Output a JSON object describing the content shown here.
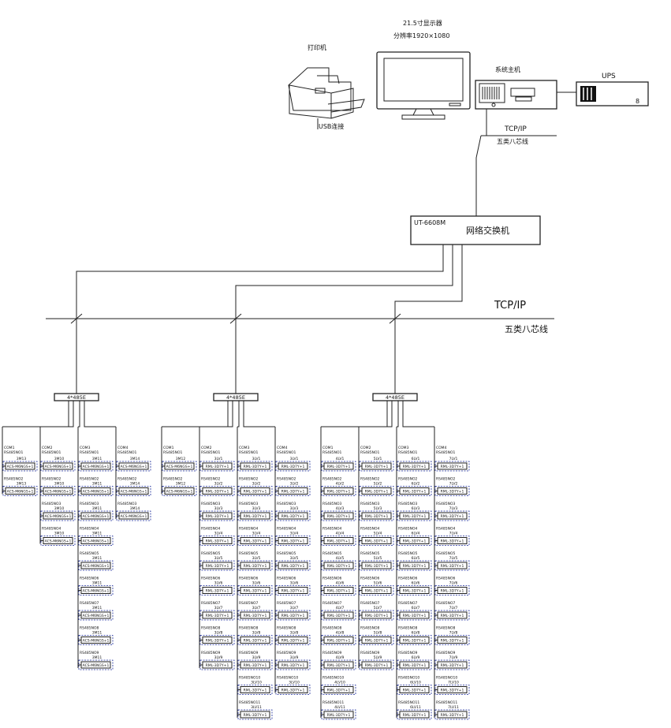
{
  "top": {
    "monitor_label": "21.5寸显示器",
    "monitor_resolution": "分辨率1920×1080",
    "printer_label": "打印机",
    "host_label": "系统主机",
    "ups_label": "UPS",
    "ups_digit": "8",
    "usb_label": "USB连接",
    "tcp_label_top": "TCP/IP",
    "cable_label_top": "五类八芯线"
  },
  "switch": {
    "model": "UT-6608M",
    "name": "网络交换机"
  },
  "bus": {
    "tcp_label": "TCP/IP",
    "cable_label": "五类八芯线"
  },
  "gateways": [
    {
      "label": "4*485E",
      "columns": [
        {
          "header": [
            "COM1",
            "RS485NO1"
          ],
          "devices": [
            {
              "addr": "RS485NO1",
              "name": "3M13",
              "model": "ACS-M6NGS+1"
            },
            {
              "addr": "RS485NO2",
              "name": "3M13",
              "model": "ACS-M6NGS+1"
            }
          ]
        },
        {
          "header": [
            "COM2",
            "RS485NO1"
          ],
          "devices": [
            {
              "addr": "RS485NO1",
              "name": "3M10",
              "model": "ACS-M6NGS+1"
            },
            {
              "addr": "RS485NO2",
              "name": "3M10",
              "model": "ACS-M6NGS+1"
            },
            {
              "addr": "RS485NO3",
              "name": "3M10",
              "model": "ACS-M6NGS+1"
            },
            {
              "addr": "RS485NO4",
              "name": "3M10",
              "model": "ACS-M6NGS+1"
            }
          ]
        },
        {
          "header": [
            "COM3",
            "RS485NO1"
          ],
          "devices": [
            {
              "addr": "RS485NO1",
              "name": "3M11",
              "model": "ACS-M6NGS+1"
            },
            {
              "addr": "RS485NO2",
              "name": "3M11",
              "model": "ACS-M6NGS+1"
            },
            {
              "addr": "RS485NO3",
              "name": "3M11",
              "model": "ACS-M6NGS+1"
            },
            {
              "addr": "RS485NO4",
              "name": "3M11",
              "model": "ACS-M6NGS+1"
            },
            {
              "addr": "RS485NO5",
              "name": "3M11",
              "model": "ACS-M6NGS+1"
            },
            {
              "addr": "RS485NO6",
              "name": "3M11",
              "model": "ACS-M6NGS+1"
            },
            {
              "addr": "RS485NO7",
              "name": "3M11",
              "model": "ACS-M6NGS+1"
            },
            {
              "addr": "RS485NO8",
              "name": "3M11",
              "model": "ACS-M6NGS+1"
            },
            {
              "addr": "RS485NO9",
              "name": "3M11",
              "model": "ACS-M6NGS+1"
            }
          ]
        },
        {
          "header": [
            "COM4",
            "RS485NO1"
          ],
          "devices": [
            {
              "addr": "RS485NO1",
              "name": "3M14",
              "model": "ACS-M6NGS+1"
            },
            {
              "addr": "RS485NO2",
              "name": "3M14",
              "model": "ACS-M6NGS+1"
            },
            {
              "addr": "RS485NO3",
              "name": "3M14",
              "model": "ACS-M6NGS+1"
            }
          ]
        }
      ]
    },
    {
      "label": "4*485E",
      "columns": [
        {
          "header": [
            "COM1",
            "RS485NO1"
          ],
          "devices": [
            {
              "addr": "RS485NO1",
              "name": "3M12",
              "model": "ACS-M6NGS+1"
            },
            {
              "addr": "RS485NO2",
              "name": "3M12",
              "model": "ACS-M6NGS+1"
            }
          ]
        },
        {
          "header": [
            "COM2",
            "RS485NO1"
          ],
          "devices": [
            {
              "addr": "RS485NO1",
              "name": "3LV1",
              "model": "RML-3D7Y+1"
            },
            {
              "addr": "RS485NO2",
              "name": "3LV2",
              "model": "RML-3D7Y+1"
            },
            {
              "addr": "RS485NO3",
              "name": "3LV3",
              "model": "RML-3D7Y+1"
            },
            {
              "addr": "RS485NO4",
              "name": "3LV4",
              "model": "RML-3D7Y+1"
            },
            {
              "addr": "RS485NO5",
              "name": "3LV5",
              "model": "RML-3D7Y+1"
            },
            {
              "addr": "RS485NO6",
              "name": "3LV6",
              "model": "RML-3D7Y+1"
            },
            {
              "addr": "RS485NO7",
              "name": "3LV7",
              "model": "RML-3D7Y+1"
            },
            {
              "addr": "RS485NO8",
              "name": "3LV8",
              "model": "RML-3D7Y+1"
            },
            {
              "addr": "RS485NO9",
              "name": "3LV9",
              "model": "RML-3D7Y+1"
            }
          ]
        },
        {
          "header": [
            "COM3",
            "RS485NO1"
          ],
          "devices": [
            {
              "addr": "RS485NO1",
              "name": "3LV1",
              "model": "RML-3D7Y+1"
            },
            {
              "addr": "RS485NO2",
              "name": "3LV2",
              "model": "RML-3D7Y+1"
            },
            {
              "addr": "RS485NO3",
              "name": "3LV3",
              "model": "RML-3D7Y+1"
            },
            {
              "addr": "RS485NO4",
              "name": "3LV4",
              "model": "RML-3D7Y+1"
            },
            {
              "addr": "RS485NO5",
              "name": "3LV5",
              "model": "RML-3D7Y+1"
            },
            {
              "addr": "RS485NO6",
              "name": "3LV6",
              "model": "RML-3D7Y+1"
            },
            {
              "addr": "RS485NO7",
              "name": "3LV7",
              "model": "RML-3D7Y+1"
            },
            {
              "addr": "RS485NO8",
              "name": "3LV8",
              "model": "RML-3D7Y+1"
            },
            {
              "addr": "RS485NO9",
              "name": "3LV9",
              "model": "RML-3D7Y+1"
            },
            {
              "addr": "RS485NO10",
              "name": "3LV10",
              "model": "RML-3D7Y+1"
            },
            {
              "addr": "RS485NO11",
              "name": "3LV11",
              "model": "RML-3D7Y+1"
            }
          ]
        },
        {
          "header": [
            "COM4",
            "RS485NO1"
          ],
          "devices": [
            {
              "addr": "RS485NO1",
              "name": "3LV1",
              "model": "RML-3D7Y+1"
            },
            {
              "addr": "RS485NO2",
              "name": "3LV2",
              "model": "RML-3D7Y+1"
            },
            {
              "addr": "RS485NO3",
              "name": "3LV3",
              "model": "RML-3D7Y+1"
            },
            {
              "addr": "RS485NO4",
              "name": "3LV4",
              "model": "RML-3D7Y+1"
            },
            {
              "addr": "RS485NO5",
              "name": "3LV5",
              "model": "RML-3D7Y+1"
            },
            {
              "addr": "RS485NO6",
              "name": "3LV6",
              "model": "RML-3D7Y+1"
            },
            {
              "addr": "RS485NO7",
              "name": "3LV7",
              "model": "RML-3D7Y+1"
            },
            {
              "addr": "RS485NO8",
              "name": "3LV8",
              "model": "RML-3D7Y+1"
            },
            {
              "addr": "RS485NO9",
              "name": "3LV9",
              "model": "RML-3D7Y+1"
            },
            {
              "addr": "RS485NO10",
              "name": "3LV10",
              "model": "RML-3D7Y+1"
            }
          ]
        }
      ]
    },
    {
      "label": "4*485E",
      "columns": [
        {
          "header": [
            "COM1",
            "RS485NO1"
          ],
          "devices": [
            {
              "addr": "RS485NO1",
              "name": "4LV1",
              "model": "RML-3D7Y+1"
            },
            {
              "addr": "RS485NO2",
              "name": "4LV2",
              "model": "RML-3D7Y+1"
            },
            {
              "addr": "RS485NO3",
              "name": "4LV3",
              "model": "RML-3D7Y+1"
            },
            {
              "addr": "RS485NO4",
              "name": "4LV4",
              "model": "RML-3D7Y+1"
            },
            {
              "addr": "RS485NO5",
              "name": "4LV5",
              "model": "RML-3D7Y+1"
            },
            {
              "addr": "RS485NO6",
              "name": "4LV6",
              "model": "RML-3D7Y+1"
            },
            {
              "addr": "RS485NO7",
              "name": "4LV7",
              "model": "RML-3D7Y+1"
            },
            {
              "addr": "RS485NO8",
              "name": "4LV8",
              "model": "RML-3D7Y+1"
            },
            {
              "addr": "RS485NO9",
              "name": "4LV9",
              "model": "RML-3D7Y+1"
            },
            {
              "addr": "RS485NO10",
              "name": "4LV10",
              "model": "RML-3D7Y+1"
            },
            {
              "addr": "RS485NO11",
              "name": "4LV11",
              "model": "RML-3D7Y+1"
            }
          ]
        },
        {
          "header": [
            "COM2",
            "RS485NO1"
          ],
          "devices": [
            {
              "addr": "RS485NO1",
              "name": "5LV1",
              "model": "RML-3D7Y+1"
            },
            {
              "addr": "RS485NO2",
              "name": "5LV2",
              "model": "RML-3D7Y+1"
            },
            {
              "addr": "RS485NO3",
              "name": "5LV3",
              "model": "RML-3D7Y+1"
            },
            {
              "addr": "RS485NO4",
              "name": "5LV4",
              "model": "RML-3D7Y+1"
            },
            {
              "addr": "RS485NO5",
              "name": "5LV5",
              "model": "RML-3D7Y+1"
            },
            {
              "addr": "RS485NO6",
              "name": "5LV6",
              "model": "RML-3D7Y+1"
            },
            {
              "addr": "RS485NO7",
              "name": "5LV7",
              "model": "RML-3D7Y+1"
            },
            {
              "addr": "RS485NO8",
              "name": "5LV8",
              "model": "RML-3D7Y+1"
            },
            {
              "addr": "RS485NO9",
              "name": "5LV9",
              "model": "RML-3D7Y+1"
            }
          ]
        },
        {
          "header": [
            "COM3",
            "RS485NO1"
          ],
          "devices": [
            {
              "addr": "RS485NO1",
              "name": "6LV1",
              "model": "RML-3D7Y+1"
            },
            {
              "addr": "RS485NO2",
              "name": "6LV2",
              "model": "RML-3D7Y+1"
            },
            {
              "addr": "RS485NO3",
              "name": "6LV3",
              "model": "RML-3D7Y+1"
            },
            {
              "addr": "RS485NO4",
              "name": "6LV4",
              "model": "RML-3D7Y+1"
            },
            {
              "addr": "RS485NO5",
              "name": "6LV5",
              "model": "RML-3D7Y+1"
            },
            {
              "addr": "RS485NO6",
              "name": "6LV6",
              "model": "RML-3D7Y+1"
            },
            {
              "addr": "RS485NO7",
              "name": "6LV7",
              "model": "RML-3D7Y+1"
            },
            {
              "addr": "RS485NO8",
              "name": "6LV8",
              "model": "RML-3D7Y+1"
            },
            {
              "addr": "RS485NO9",
              "name": "6LV9",
              "model": "RML-3D7Y+1"
            },
            {
              "addr": "RS485NO10",
              "name": "6LV10",
              "model": "RML-3D7Y+1"
            },
            {
              "addr": "RS485NO11",
              "name": "6LV11",
              "model": "RML-3D7Y+1"
            }
          ]
        },
        {
          "header": [
            "COM4",
            "RS485NO1"
          ],
          "devices": [
            {
              "addr": "RS485NO1",
              "name": "7LV1",
              "model": "RML-3D7Y+1"
            },
            {
              "addr": "RS485NO2",
              "name": "7LV2",
              "model": "RML-3D7Y+1"
            },
            {
              "addr": "RS485NO3",
              "name": "7LV3",
              "model": "RML-3D7Y+1"
            },
            {
              "addr": "RS485NO4",
              "name": "7LV4",
              "model": "RML-3D7Y+1"
            },
            {
              "addr": "RS485NO5",
              "name": "7LV5",
              "model": "RML-3D7Y+1"
            },
            {
              "addr": "RS485NO6",
              "name": "7LV6",
              "model": "RML-3D7Y+1"
            },
            {
              "addr": "RS485NO7",
              "name": "7LV7",
              "model": "RML-3D7Y+1"
            },
            {
              "addr": "RS485NO8",
              "name": "7LV8",
              "model": "RML-3D7Y+1"
            },
            {
              "addr": "RS485NO9",
              "name": "7LV9",
              "model": "RML-3D7Y+1"
            },
            {
              "addr": "RS485NO10",
              "name": "7LV10",
              "model": "RML-3D7Y+1"
            },
            {
              "addr": "RS485NO11",
              "name": "7LV11",
              "model": "RML-3D7Y+1"
            }
          ]
        }
      ]
    }
  ]
}
